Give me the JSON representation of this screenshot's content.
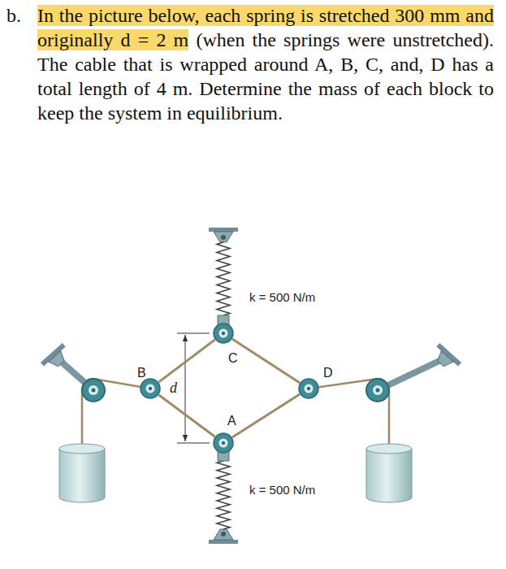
{
  "diagram": {
    "nodes": [
      {
        "text": [
          "C"
        ]
      },
      {
        "text": [
          "B"
        ]
      },
      {
        "text": [
          "D"
        ]
      },
      {
        "text": [
          "A"
        ]
      }
    ],
    "edges": [
      {
        "from": 1,
        "to": 0,
        "arrow": "none"
      },
      {
        "from": 0,
        "to": 2,
        "arrow": "none"
      },
      {
        "from": 2,
        "to": 3,
        "arrow": "none"
      },
      {
        "from": 3,
        "to": 1,
        "arrow": "none"
      }
    ],
    "labels": [
      "b.",
      "In the picture below, each spring is stretched 300 mm and originally d = 2 m",
      "(when the springs were unstretched). The cable that is wrapped around A, B, C, and, D has a total length of 4 m. Determine the mass of each block to keep the system in equilibrium.",
      "k = 500 N/m",
      "k = 500 N/m",
      "d"
    ]
  }
}
